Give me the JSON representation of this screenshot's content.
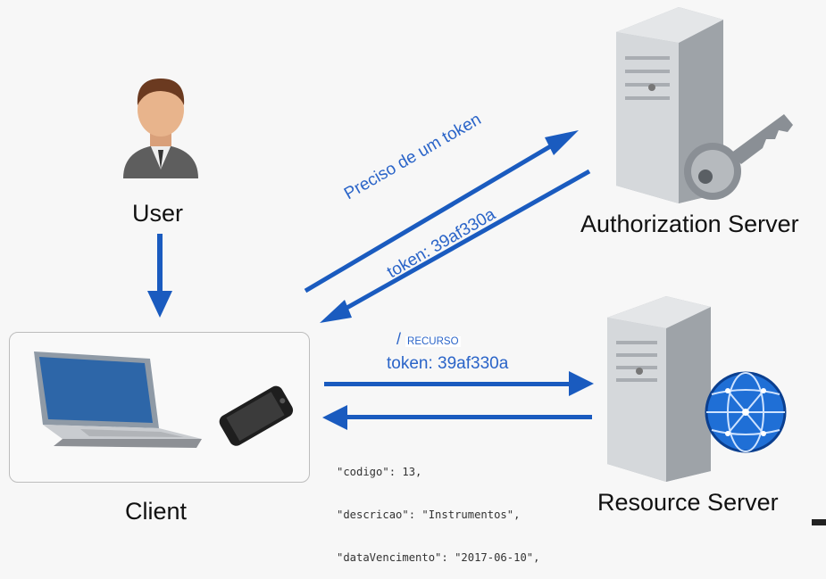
{
  "actors": {
    "user": "User",
    "client": "Client",
    "auth_server": "Authorization Server",
    "resource_server": "Resource Server"
  },
  "messages": {
    "token_request": "Preciso de um token",
    "token_response": "token: 39af330a",
    "resource_path_prefix": "/",
    "resource_path_name": "RECURSO",
    "resource_token": "token: 39af330a",
    "json_lines": [
      "\"codigo\": 13,",
      "\"descricao\": \"Instrumentos\",",
      "\"dataVencimento\": \"2017-06-10\","
    ]
  },
  "colors": {
    "arrow": "#1a5bbf",
    "text_blue": "#2a64c8",
    "background": "#f7f7f7"
  },
  "icons": [
    "user-avatar-icon",
    "server-icon",
    "key-icon",
    "globe-network-icon",
    "laptop-icon",
    "smartphone-icon"
  ]
}
